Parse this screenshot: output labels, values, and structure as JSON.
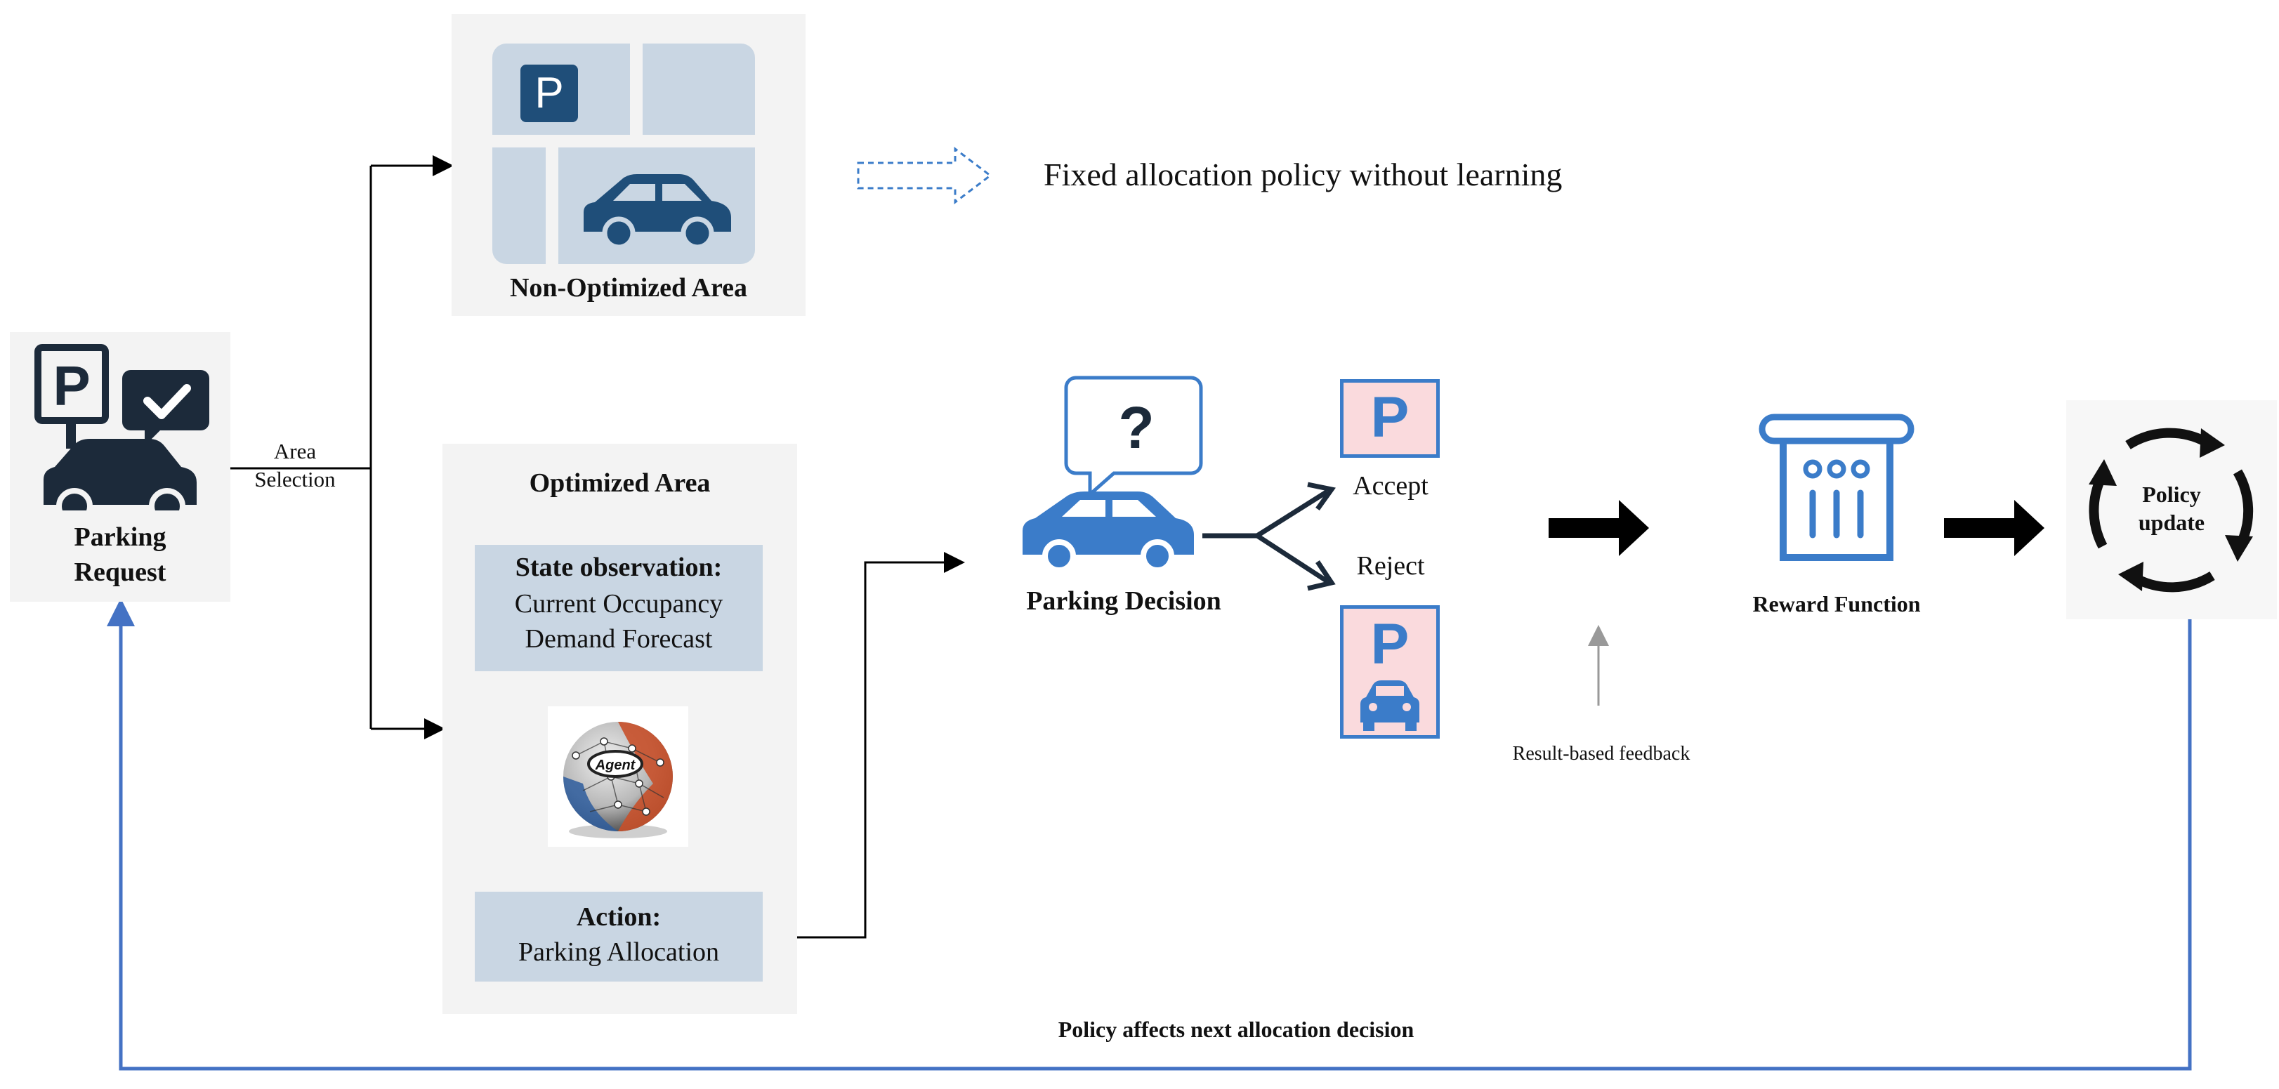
{
  "request": {
    "label_line1": "Parking",
    "label_line2": "Request"
  },
  "area_selection": {
    "line1": "Area",
    "line2": "Selection"
  },
  "non_optimized": {
    "title": "Non-Optimized Area",
    "p_letter": "P"
  },
  "fixed_policy": {
    "text": "Fixed allocation policy without learning"
  },
  "optimized": {
    "title": "Optimized Area",
    "state_title": "State observation:",
    "state_line1": "Current Occupancy",
    "state_line2": "Demand Forecast",
    "agent_label": "Agent",
    "action_title": "Action:",
    "action_line": "Parking Allocation"
  },
  "decision": {
    "question": "?",
    "label": "Parking Decision",
    "accept": "Accept",
    "reject": "Reject",
    "p_letter": "P"
  },
  "feedback": {
    "text": "Result-based feedback"
  },
  "reward": {
    "label": "Reward Function"
  },
  "policy": {
    "line1": "Policy",
    "line2": "update"
  },
  "loop": {
    "text": "Policy affects next allocation decision"
  },
  "colors": {
    "navy": "#1f4e79",
    "blue": "#3b7cc9",
    "loop_blue": "#4472c4",
    "pink": "#fadadd",
    "panel": "#f3f3f3",
    "box": "#c9d6e3"
  }
}
